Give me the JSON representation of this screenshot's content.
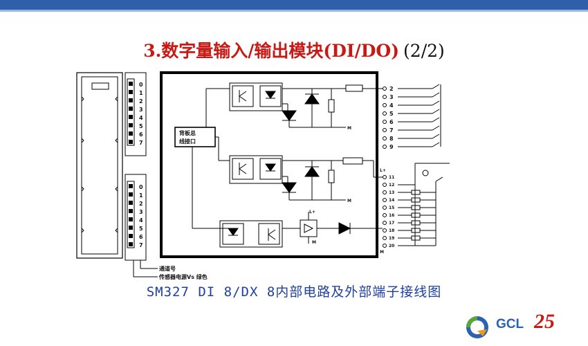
{
  "title": {
    "main": "3.数字量输入/输出模块(DI/DO)",
    "suffix": "(2/2)"
  },
  "diagram": {
    "left_terminals_top": [
      "0",
      "1",
      "2",
      "3",
      "4",
      "5",
      "6",
      "7"
    ],
    "left_terminals_bottom": [
      "0",
      "1",
      "2",
      "3",
      "4",
      "5",
      "6",
      "7"
    ],
    "bus_interface_label_line1": "背板总",
    "bus_interface_label_line2": "线接口",
    "right_terminals_top": [
      "2",
      "3",
      "4",
      "5",
      "6",
      "7",
      "8",
      "9"
    ],
    "right_terminals_bottom": [
      "11",
      "12",
      "13",
      "14",
      "15",
      "16",
      "17",
      "18",
      "19",
      "20"
    ],
    "l_plus_label": "L+",
    "m_label": "M",
    "legend_line1": "通道号",
    "legend_line2": "传感器电源Vs  绿色"
  },
  "caption": "SM327 DI 8/DX 8内部电路及外部端子接线图",
  "footer": {
    "company": "GCL",
    "anniversary": "25"
  },
  "colors": {
    "title": "#c81a14",
    "caption": "#1c3fa0",
    "header_bar": "#2f5fa8",
    "logo_blue": "#2d62b0"
  }
}
